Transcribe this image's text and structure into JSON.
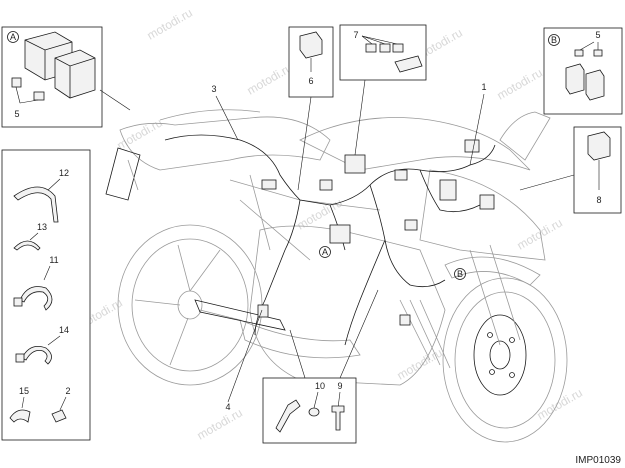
{
  "diagram": {
    "image_code": "IMP01039",
    "watermark": "motodi.ru",
    "callouts": {
      "n1": "1",
      "n2": "2",
      "n3": "3",
      "n4": "4",
      "n5a": "5",
      "n5b": "5",
      "n6": "6",
      "n7": "7",
      "n8": "8",
      "n9": "9",
      "n10": "10",
      "n11": "11",
      "n12": "12",
      "n13": "13",
      "n14": "14",
      "n15": "15"
    },
    "markers": {
      "a_box": "A",
      "b_box": "B",
      "a_bike": "A",
      "b_bike": "B"
    }
  }
}
